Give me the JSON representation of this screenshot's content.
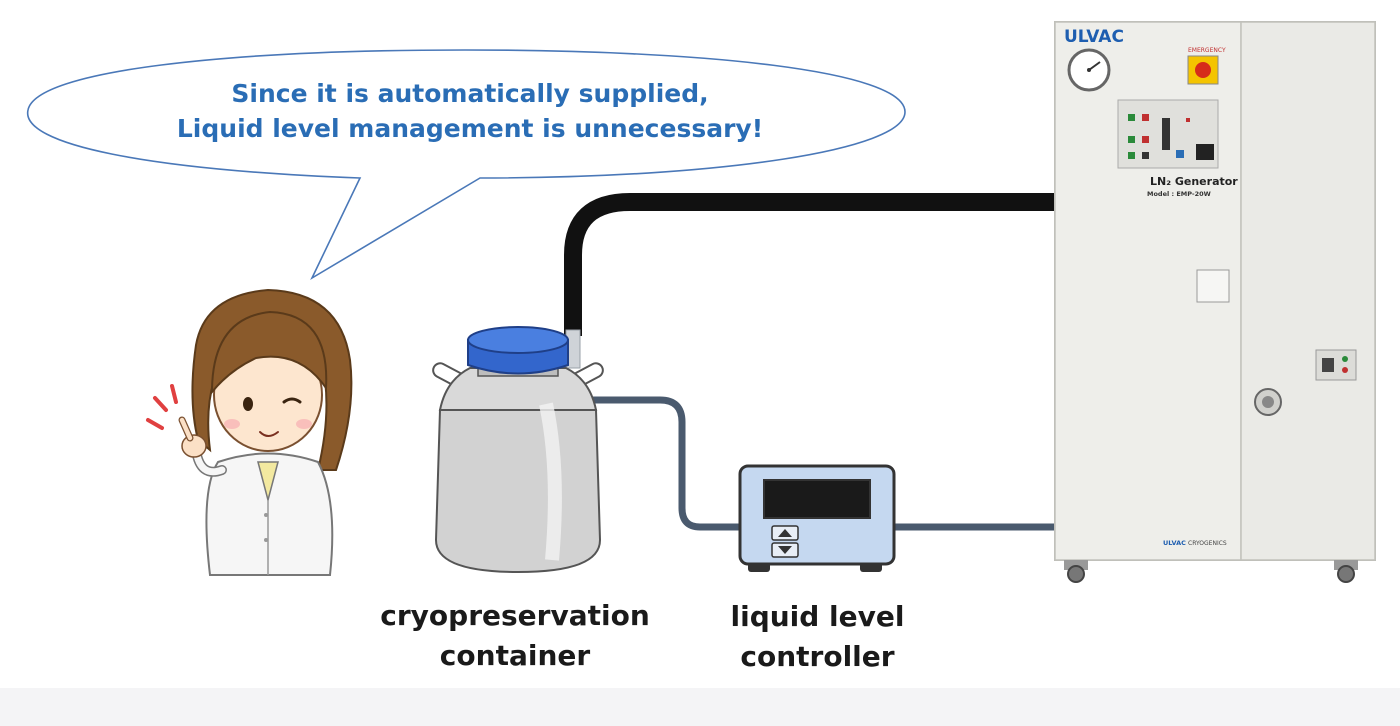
{
  "speech_bubble": {
    "line1": "Since it is automatically supplied,",
    "line2": "Liquid level management is unnecessary!"
  },
  "generator": {
    "brand": "ULVAC",
    "emergency_label": "EMERGENCY",
    "product_name": "LN₂ Generator",
    "model": "Model : EMP-20W",
    "footer_brand": "ULVAC",
    "footer_text": "CRYOGENICS"
  },
  "labels": {
    "container": "cryopreservation container",
    "controller": "liquid level controller"
  },
  "colors": {
    "bubble_text": "#2a6db5",
    "bubble_outline": "#4a78b8",
    "lid_blue": "#3366cc",
    "hose": "#111111",
    "cable": "#4a5a6e",
    "controller_body": "#c5d8f0"
  }
}
